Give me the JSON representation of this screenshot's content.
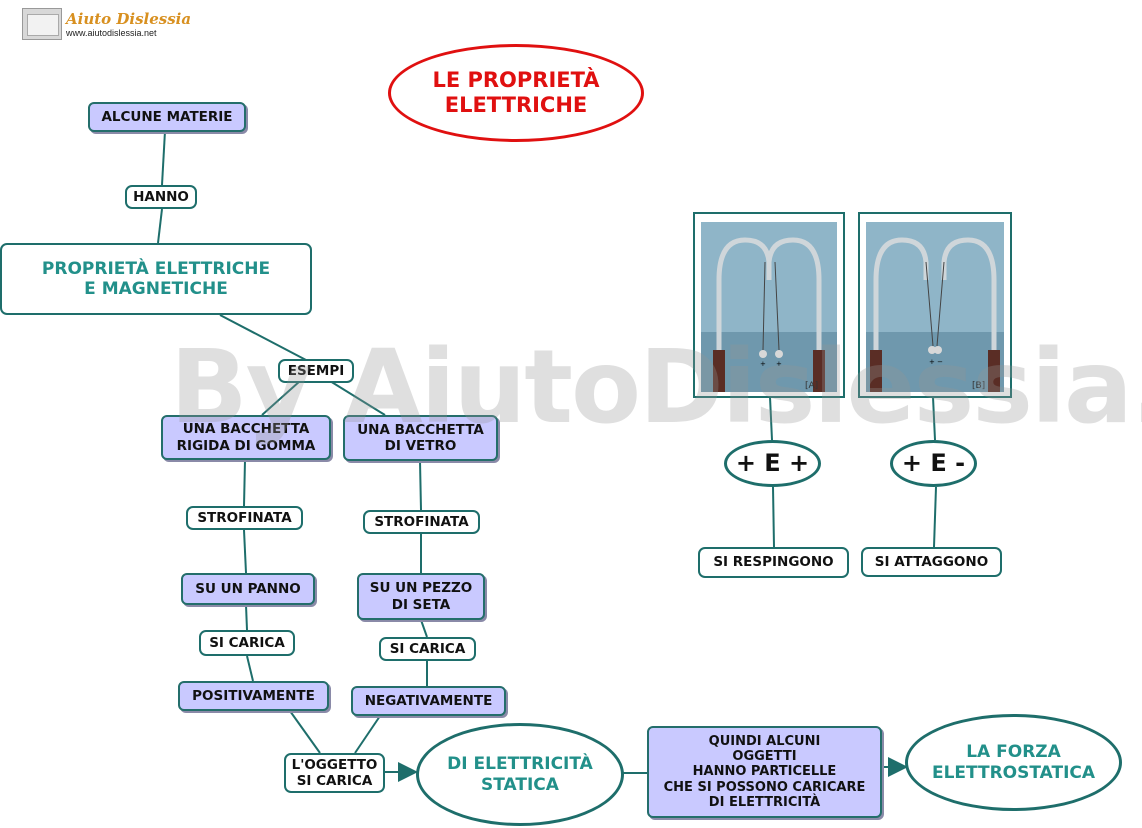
{
  "logo": {
    "name": "Aiuto Dislessia",
    "url": "www.aiutodislessia.net"
  },
  "title": "LE PROPRIETÀ\nELETTRICHE",
  "watermark": "By AiutoDislessia.net",
  "nodes": {
    "alcune_materie": "ALCUNE MATERIE",
    "hanno": "HANNO",
    "proprieta": "PROPRIETÀ ELETTRICHE\nE MAGNETICHE",
    "esempi": "ESEMPI",
    "gomma": "UNA BACCHETTA\nRIGIDA DI GOMMA",
    "vetro": "UNA BACCHETTA\nDI VETRO",
    "strofinata_1": "STROFINATA",
    "strofinata_2": "STROFINATA",
    "panno": "SU UN PANNO",
    "seta": "SU UN PEZZO\nDI SETA",
    "si_carica_1": "SI CARICA",
    "si_carica_2": "SI CARICA",
    "positivamente": "POSITIVAMENTE",
    "negativamente": "NEGATIVAMENTE",
    "oggetto": "L'OGGETTO\nSI CARICA",
    "statica": "DI ELETTRICITÀ\nSTATICA",
    "quindi": "QUINDI ALCUNI\nOGGETTI\nHANNO PARTICELLE\nCHE SI POSSONO CARICARE\nDI ELETTRICITÀ",
    "forza": "LA  FORZA\nELETTROSTATICA",
    "plus_plus": "+ E +",
    "plus_minus": "+ E -",
    "respingono": "SI RESPINGONO",
    "attaggono": "SI ATTAGGONO"
  },
  "photos": {
    "a_label": "[A]",
    "b_label": "[B]"
  },
  "colors": {
    "link_border": "#1e6e6b",
    "concept_fill": "#c9c9ff",
    "teal_text": "#22908a",
    "title_red": "#e01010"
  }
}
